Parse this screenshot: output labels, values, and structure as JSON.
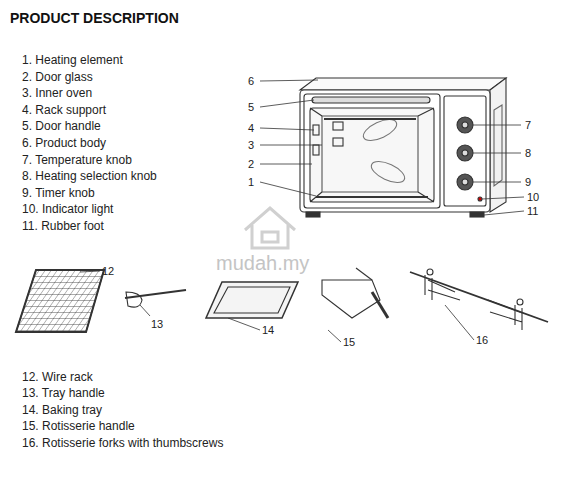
{
  "diagram": {
    "title": "PRODUCT DESCRIPTION",
    "labels": [
      "1. Heating element",
      "2. Door glass",
      "3. Inner oven",
      "4. Rack support",
      "5. Door handle",
      "6. Product body",
      "7. Temperature knob",
      "8. Heating selection knob",
      "9. Timer knob",
      "10. Indicator light",
      "11. Rubber foot",
      "6",
      "5",
      "4",
      "3",
      "2",
      "1",
      "7",
      "8",
      "9",
      "10",
      "11",
      "12",
      "13",
      "14",
      "15",
      "16",
      "12. Wire rack",
      "13. Tray handle",
      "14. Baking tray",
      "15. Rotisserie handle",
      "16. Rotisserie forks with thumbscrews",
      "mudah.my"
    ]
  }
}
